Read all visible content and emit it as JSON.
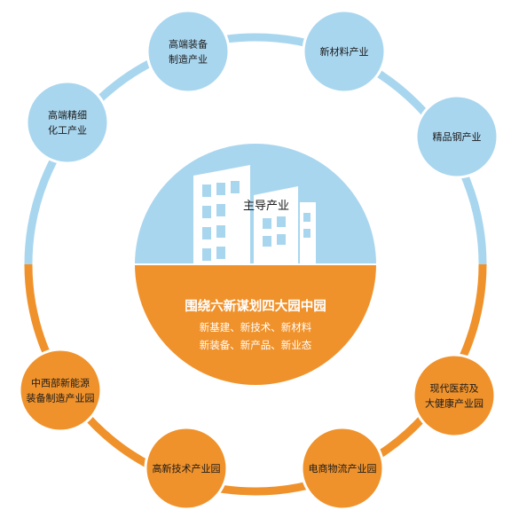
{
  "center": {
    "top_label": "主导产业",
    "bottom_title": "围绕六新谋划四大园中园",
    "bottom_line1": "新基建、新技术、新材料",
    "bottom_line2": "新装备、新产品、新业态"
  },
  "top_nodes": [
    {
      "lines": [
        "高端精细",
        "化工产业"
      ]
    },
    {
      "lines": [
        "高端装备",
        "制造产业"
      ]
    },
    {
      "lines": [
        "新材料产业"
      ]
    },
    {
      "lines": [
        "精品钢产业"
      ]
    }
  ],
  "bottom_nodes": [
    {
      "lines": [
        "中西部新能源",
        "装备制造产业园"
      ]
    },
    {
      "lines": [
        "高新技术产业园"
      ]
    },
    {
      "lines": [
        "电商物流产业园"
      ]
    },
    {
      "lines": [
        "现代医药及",
        "大健康产业园"
      ]
    }
  ],
  "colors": {
    "blue": "#a9d6ef",
    "orange": "#f0922b",
    "building": "#ffffff"
  },
  "icons": [
    "building-icon"
  ]
}
